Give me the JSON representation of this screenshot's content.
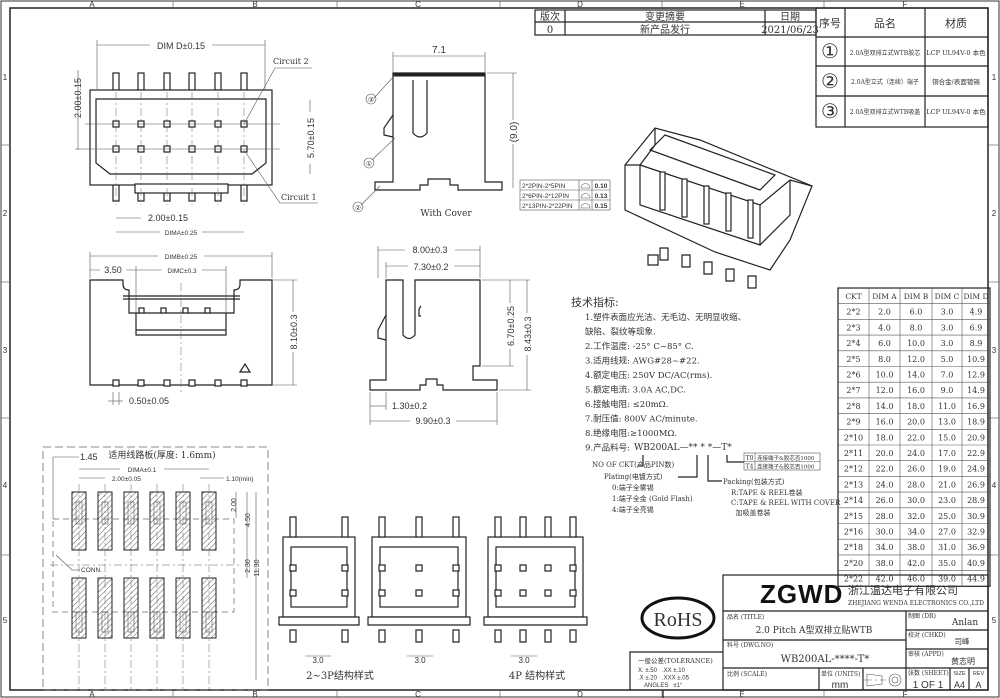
{
  "zones": {
    "cols": [
      "A",
      "B",
      "C",
      "D",
      "E",
      "F"
    ],
    "rows": [
      "1",
      "2",
      "3",
      "4",
      "5"
    ]
  },
  "revision": {
    "headers": [
      "版次",
      "变更摘要",
      "日期"
    ],
    "rows": [
      [
        "0",
        "新产品发行",
        "2021/06/23"
      ]
    ]
  },
  "bom": {
    "headers": [
      "序号",
      "品名",
      "材质"
    ],
    "rows": [
      {
        "no": "①",
        "name": "2.0A型双排立式WTB胶芯",
        "material": "LCP UL94V-0 本色"
      },
      {
        "no": "②",
        "name": "2.0A型立式（连续）端子",
        "material": "铜合金/表面镀锡"
      },
      {
        "no": "③",
        "name": "2.0A型双排立式WTB吸盖",
        "material": "LCP UL94V-0 本色"
      }
    ]
  },
  "top_view": {
    "dim_d": "DIM D±0.15",
    "pitch_v": "2.00±0.15",
    "row_span": "5.70±0.15",
    "pitch_h": "2.00±0.15",
    "dim_a": "DIMA±0.25",
    "circuit2": "Circuit 2",
    "circuit1": "Circuit 1"
  },
  "cover_view": {
    "width": "7.1",
    "height": "(9.0)",
    "caption": "With Cover",
    "balloons": [
      "③",
      "①",
      "②"
    ],
    "coplanarity": [
      {
        "range": "2*2PIN-2*5PIN",
        "value": "0.10"
      },
      {
        "range": "2*6PIN-2*12PIN",
        "value": "0.13"
      },
      {
        "range": "2*13PIN-2*22PIN",
        "value": "0.15"
      }
    ]
  },
  "front_view": {
    "dim_b": "DIMB±0.25",
    "offset": "3.50",
    "dim_c": "DIMC±0.3",
    "height": "8.10±0.3",
    "pin_w": "0.50±0.05"
  },
  "side_view": {
    "w1": "8.00±0.3",
    "w2": "7.30±0.2",
    "h1": "6.70±0.25",
    "h2": "8.43±0.3",
    "foot": "1.30±0.2",
    "total": "9.90±0.3"
  },
  "pcb": {
    "title": "适用线路板(厚度: 1.6mm)",
    "edge": "1.45",
    "dim_a": "DIMA±0.1",
    "pitch": "2.00±0.05",
    "pad_w": "1.10(min)",
    "d1": "2.00",
    "d2": "4.50",
    "d3": "2.30",
    "d4": "11.30",
    "conn": "CONN."
  },
  "styles": {
    "label_23": "2~3P结构样式",
    "label_4": "4P 结构样式",
    "dims": [
      "3.0",
      "3.0",
      "3.0"
    ]
  },
  "spec": {
    "title": "技术指标:",
    "items": [
      "1.塑件表面应光洁、无毛边、无明显收缩、",
      "  缺陷、裂纹等现象.",
      "2.工作温度: -25° C~85° C.",
      "3.适用线规: AWG#28~#22.",
      "4.额定电压: 250V DC/AC(rms).",
      "5.额定电流: 3.0A AC,DC.",
      "6.接触电阻: ≤20mΩ.",
      "7.耐压值: 800V AC/minute.",
      "8.绝缘电阻:≥1000MΩ.",
      "9.产品料号:"
    ],
    "part_code": "WB200AL—** * *—T*",
    "ckt_label": "NO OF CKT(产品PIN数)",
    "plating_label": "Plating(电镀方式)",
    "plating_options": [
      "0:端子全雾锡",
      "1:端子全金 (Gold Flash)",
      "4:端子全亮锡"
    ],
    "packing_label": "Packing(包装方式)",
    "packing_options": [
      "R:TAPE & REEL卷装",
      "C:TAPE & REEL WITH COVER",
      "  加吸盖卷装"
    ],
    "t_codes": [
      {
        "code": "T0",
        "desc": "连接端子&胶芯否1000"
      },
      {
        "code": "T4",
        "desc": "连接端子&胶芯否1000"
      }
    ]
  },
  "dim_table": {
    "headers": [
      "CKT",
      "DIM A",
      "DIM B",
      "DIM C",
      "DIM D"
    ],
    "rows": [
      [
        "2*2",
        "2.0",
        "6.0",
        "3.0",
        "4.9"
      ],
      [
        "2*3",
        "4.0",
        "8.0",
        "3.0",
        "6.9"
      ],
      [
        "2*4",
        "6.0",
        "10.0",
        "3.0",
        "8.9"
      ],
      [
        "2*5",
        "8.0",
        "12.0",
        "5.0",
        "10.9"
      ],
      [
        "2*6",
        "10.0",
        "14.0",
        "7.0",
        "12.9"
      ],
      [
        "2*7",
        "12.0",
        "16.0",
        "9.0",
        "14.9"
      ],
      [
        "2*8",
        "14.0",
        "18.0",
        "11.0",
        "16.9"
      ],
      [
        "2*9",
        "16.0",
        "20.0",
        "13.0",
        "18.9"
      ],
      [
        "2*10",
        "18.0",
        "22.0",
        "15.0",
        "20.9"
      ],
      [
        "2*11",
        "20.0",
        "24.0",
        "17.0",
        "22.9"
      ],
      [
        "2*12",
        "22.0",
        "26.0",
        "19.0",
        "24.9"
      ],
      [
        "2*13",
        "24.0",
        "28.0",
        "21.0",
        "26.9"
      ],
      [
        "2*14",
        "26.0",
        "30.0",
        "23.0",
        "28.9"
      ],
      [
        "2*15",
        "28.0",
        "32.0",
        "25.0",
        "30.9"
      ],
      [
        "2*16",
        "30.0",
        "34.0",
        "27.0",
        "32.9"
      ],
      [
        "2*18",
        "34.0",
        "38.0",
        "31.0",
        "36.9"
      ],
      [
        "2*20",
        "38.0",
        "42.0",
        "35.0",
        "40.9"
      ],
      [
        "2*22",
        "42.0",
        "46.0",
        "39.0",
        "44.9"
      ]
    ]
  },
  "rohs": "RoHS",
  "tolerance": {
    "title": "一般公差(TOLERANCE)",
    "lines": [
      "X. ±.50   .XX ±.10",
      ".X ±.20   .XXX ±.05",
      "ANGLES   ±1°"
    ]
  },
  "title_block": {
    "logo": "ZGWD",
    "company_cn": "浙江温达电子有限公司",
    "company_en": "ZHEJIANG WENDA ELECTRONICS CO.,LTD",
    "title_label": "品名 (TITLE)",
    "title": "2.0 Pitch A型双排立贴WTB",
    "dwg_label": "料号 (DWG.NO)",
    "dwg_no": "WB200AL-****-T*",
    "scale_label": "比例 (SCALE)",
    "units_label": "单位 (UNITS)",
    "units": "mm",
    "dr_label": "制图 (DR)",
    "dr": "Anlan",
    "chkd_label": "校对 (CHKD)",
    "chkd": "司峰",
    "appd_label": "审核 (APPD)",
    "appd": "黄志明",
    "sheet_label": "张数 (SHEET)",
    "sheet": "1 OF 1",
    "size_label": "SIZE",
    "size": "A4",
    "rev_label": "REV",
    "rev": "A"
  }
}
